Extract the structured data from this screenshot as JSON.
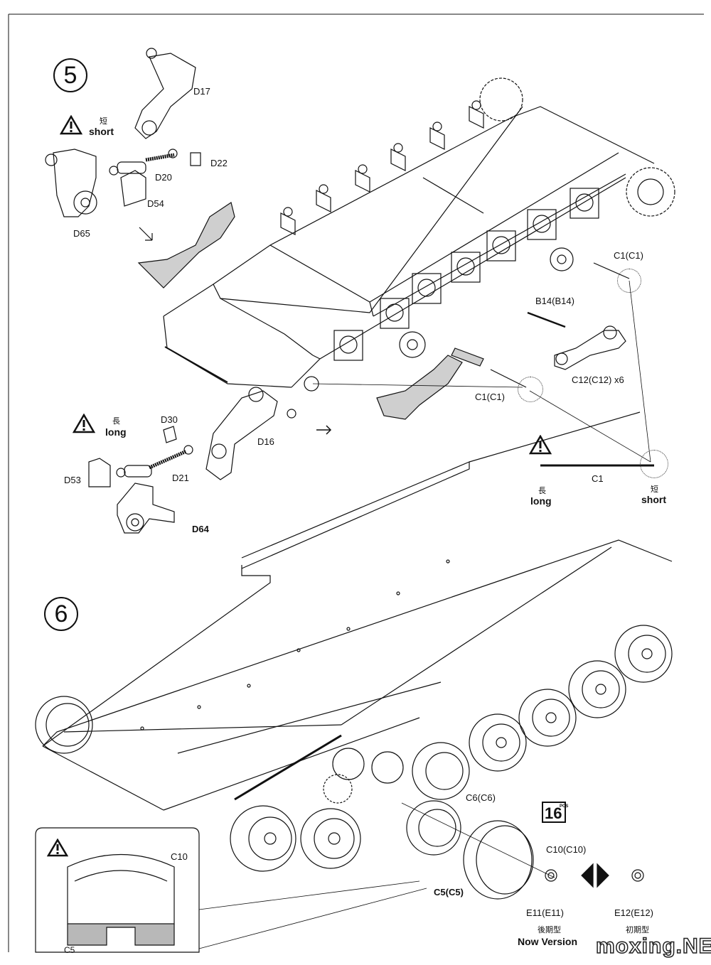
{
  "steps": {
    "s5": "5",
    "s6": "6"
  },
  "step5": {
    "parts": {
      "d17": "D17",
      "d22": "D22",
      "d20": "D20",
      "d54": "D54",
      "d65": "D65",
      "d30": "D30",
      "d16": "D16",
      "d21": "D21",
      "d53": "D53",
      "d64": "D64",
      "c1_top": "C1(C1)",
      "b14": "B14(B14)",
      "c12": "C12(C12) x6",
      "c1_mid": "C1(C1)",
      "c1_rod": "C1"
    },
    "short_cjk": "短",
    "short_label": "short",
    "long_cjk": "長",
    "long_label": "long",
    "rod_long_cjk": "長",
    "rod_long_label": "long",
    "rod_short_cjk": "短",
    "rod_short_label": "short"
  },
  "step6": {
    "parts": {
      "c6": "C6(C6)",
      "c10": "C10(C10)",
      "c5": "C5(C5)",
      "e11": "E11(E11)",
      "e12": "E12(E12)",
      "inset_c10": "C10",
      "inset_c5": "C5"
    },
    "pcs_count": "16",
    "pcs_unit": "PCS",
    "new_version_cjk": "後期型",
    "new_version": "Now Version",
    "old_version_cjk": "初期型"
  },
  "watermark": "moxing.NET",
  "colors": {
    "ink": "#111111",
    "paper": "#ffffff"
  }
}
